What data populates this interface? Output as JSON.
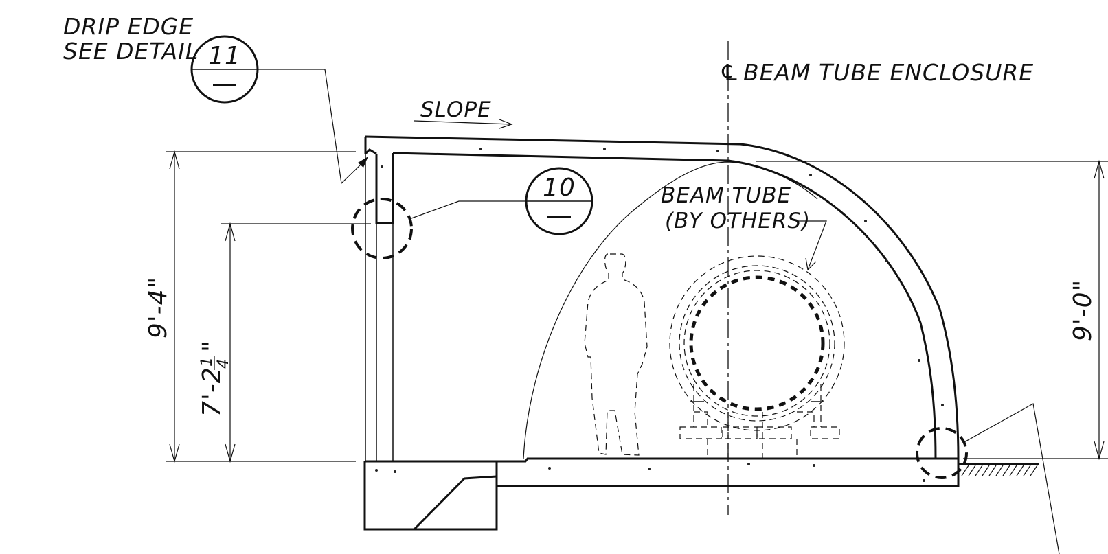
{
  "callouts": {
    "drip_edge_line1": "DRIP EDGE",
    "drip_edge_line2": "SEE DETAIL",
    "detail_11_number": "11",
    "detail_10_number": "10"
  },
  "annotations": {
    "slope": "SLOPE",
    "centerline": "BEAM TUBE ENCLOSURE",
    "centerline_symbol": "℄",
    "beam_tube_line1": "BEAM TUBE",
    "beam_tube_line2": "(BY OTHERS)"
  },
  "dimensions": {
    "left_overall": "9'-4\"",
    "left_clear_whole": "7'-2",
    "left_clear_frac_num": "1",
    "left_clear_frac_den": "4",
    "left_clear_inch": "\"",
    "right_height": "9'-0\""
  },
  "colors": {
    "linework": "#111111",
    "background": "#ffffff"
  }
}
